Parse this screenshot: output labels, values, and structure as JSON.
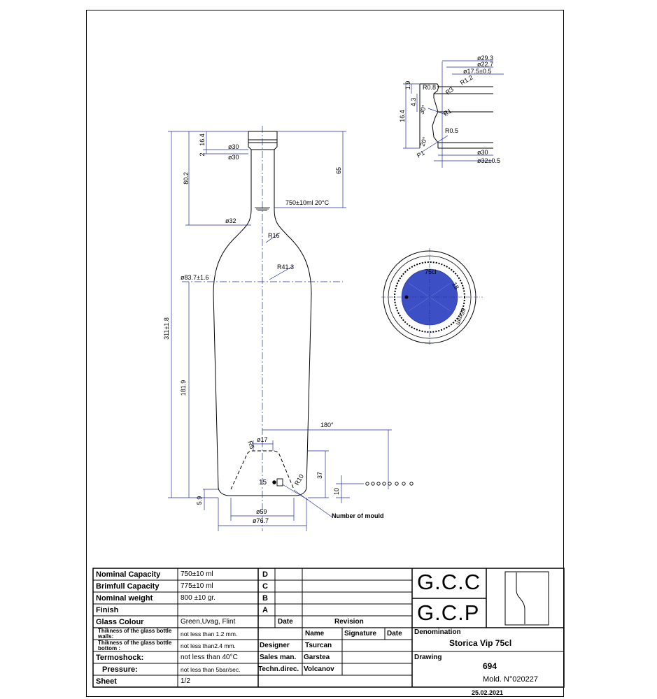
{
  "drawing": {
    "dims_main": {
      "total_height": "311±1.8",
      "neck_height": "80.2",
      "body_height": "181.9",
      "base_height": "5.9",
      "finish_top": "2",
      "finish_h": "16.4",
      "fill_level_height": "65",
      "neck_dia_1": "ø30",
      "neck_dia_2": "ø30",
      "neck_base_dia": "ø32",
      "body_dia": "ø83.7±1.6",
      "radius_shoulder": "R16",
      "radius_body": "R41.3",
      "capacity_note": "750±10ml  20°C",
      "punt_dia": "ø17",
      "punt_radius": "R5",
      "base_radius": "R10",
      "punt_height": "37",
      "base_dia_inner": "ø59",
      "base_dia_outer": "ø76.7",
      "angle": "180°",
      "mould_digit": "15",
      "number_of_mould": "Number of mould",
      "dots_spacing": "10"
    },
    "dims_finish": {
      "d1": "ø29.3",
      "d2": "ø22.7",
      "d3": "ø17.5±0.5",
      "r1": "R1.2",
      "r08": "R0.8",
      "r3": "R3",
      "r1b": "R1",
      "r05": "R0.5",
      "h19": "1.9",
      "h43": "4.3",
      "h164": "16.4",
      "a30": "30°",
      "a20": "20°",
      "p1": "P1",
      "d30": "ø30",
      "d32": "ø32±0.5"
    },
    "base_view": {
      "label_cl": "75cl",
      "label_18": "18",
      "label_mm": "65mm"
    }
  },
  "title_block": {
    "rows": [
      {
        "label": "Nominal Capacity",
        "value": "750±10 ml",
        "rev": "D"
      },
      {
        "label": "Brimfull Capacity",
        "value": "775±10 ml",
        "rev": "C"
      },
      {
        "label": "Nominal weight",
        "value": "800 ±10 gr.",
        "rev": "B"
      },
      {
        "label": "Finish",
        "value": "",
        "rev": "A"
      },
      {
        "label": "Glass Colour",
        "value": "Green,Uvag, Flint"
      },
      {
        "label": "Thikness of the glass bottle walls:",
        "value": "not less than 1.2 mm."
      },
      {
        "label": "Thikness of the glass bottle bottom :",
        "value": "not less than2.4 mm."
      },
      {
        "label": "Termoshock:",
        "value": "not less than 40°C"
      },
      {
        "label": "Pressure:",
        "value": "not less than 5bar/sec."
      },
      {
        "label": "Sheet",
        "value": "1/2"
      }
    ],
    "rev_headers": {
      "date": "Date",
      "revision": "Revision"
    },
    "sign_headers": {
      "name": "Name",
      "signature": "Signature",
      "date": "Date"
    },
    "people": [
      {
        "role": "Designer",
        "name": "Tsurcan"
      },
      {
        "role": "Sales man.",
        "name": "Garstea"
      },
      {
        "role": "Techn.direc.",
        "name": "Volcanov"
      }
    ],
    "company_1": "G.C.C",
    "company_2": "G.C.P",
    "denomination_label": "Denomination",
    "denomination_value": "Storica Vip 75cl",
    "drawing_label": "Drawing",
    "drawing_number": "694",
    "mold": "Mold.  N°020227",
    "date": "25.02.2021"
  }
}
